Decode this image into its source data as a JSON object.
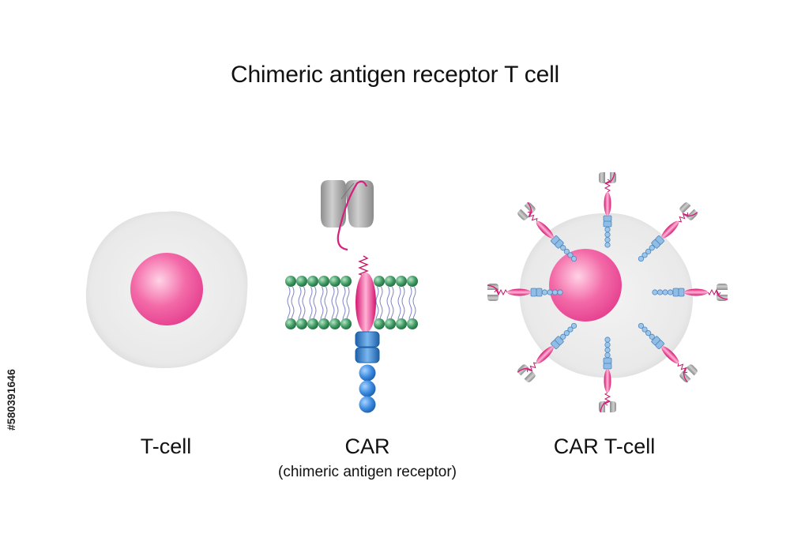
{
  "title": "Chimeric antigen receptor T cell",
  "panels": {
    "tcell": {
      "label": "T-cell"
    },
    "car": {
      "label": "CAR",
      "sublabel": "(chimeric antigen receptor)"
    },
    "cartcell": {
      "label": "CAR T-cell"
    }
  },
  "stock_id": "#580391646",
  "colors": {
    "cell_body": "#ececec",
    "nucleus": "#f06aa6",
    "antigen_binding": "#a9a9a9",
    "hinge": "#d61f7d",
    "membrane_head": "#3f9a63",
    "membrane_tail": "#7f86c8",
    "signaling": "#2f7fd0"
  }
}
